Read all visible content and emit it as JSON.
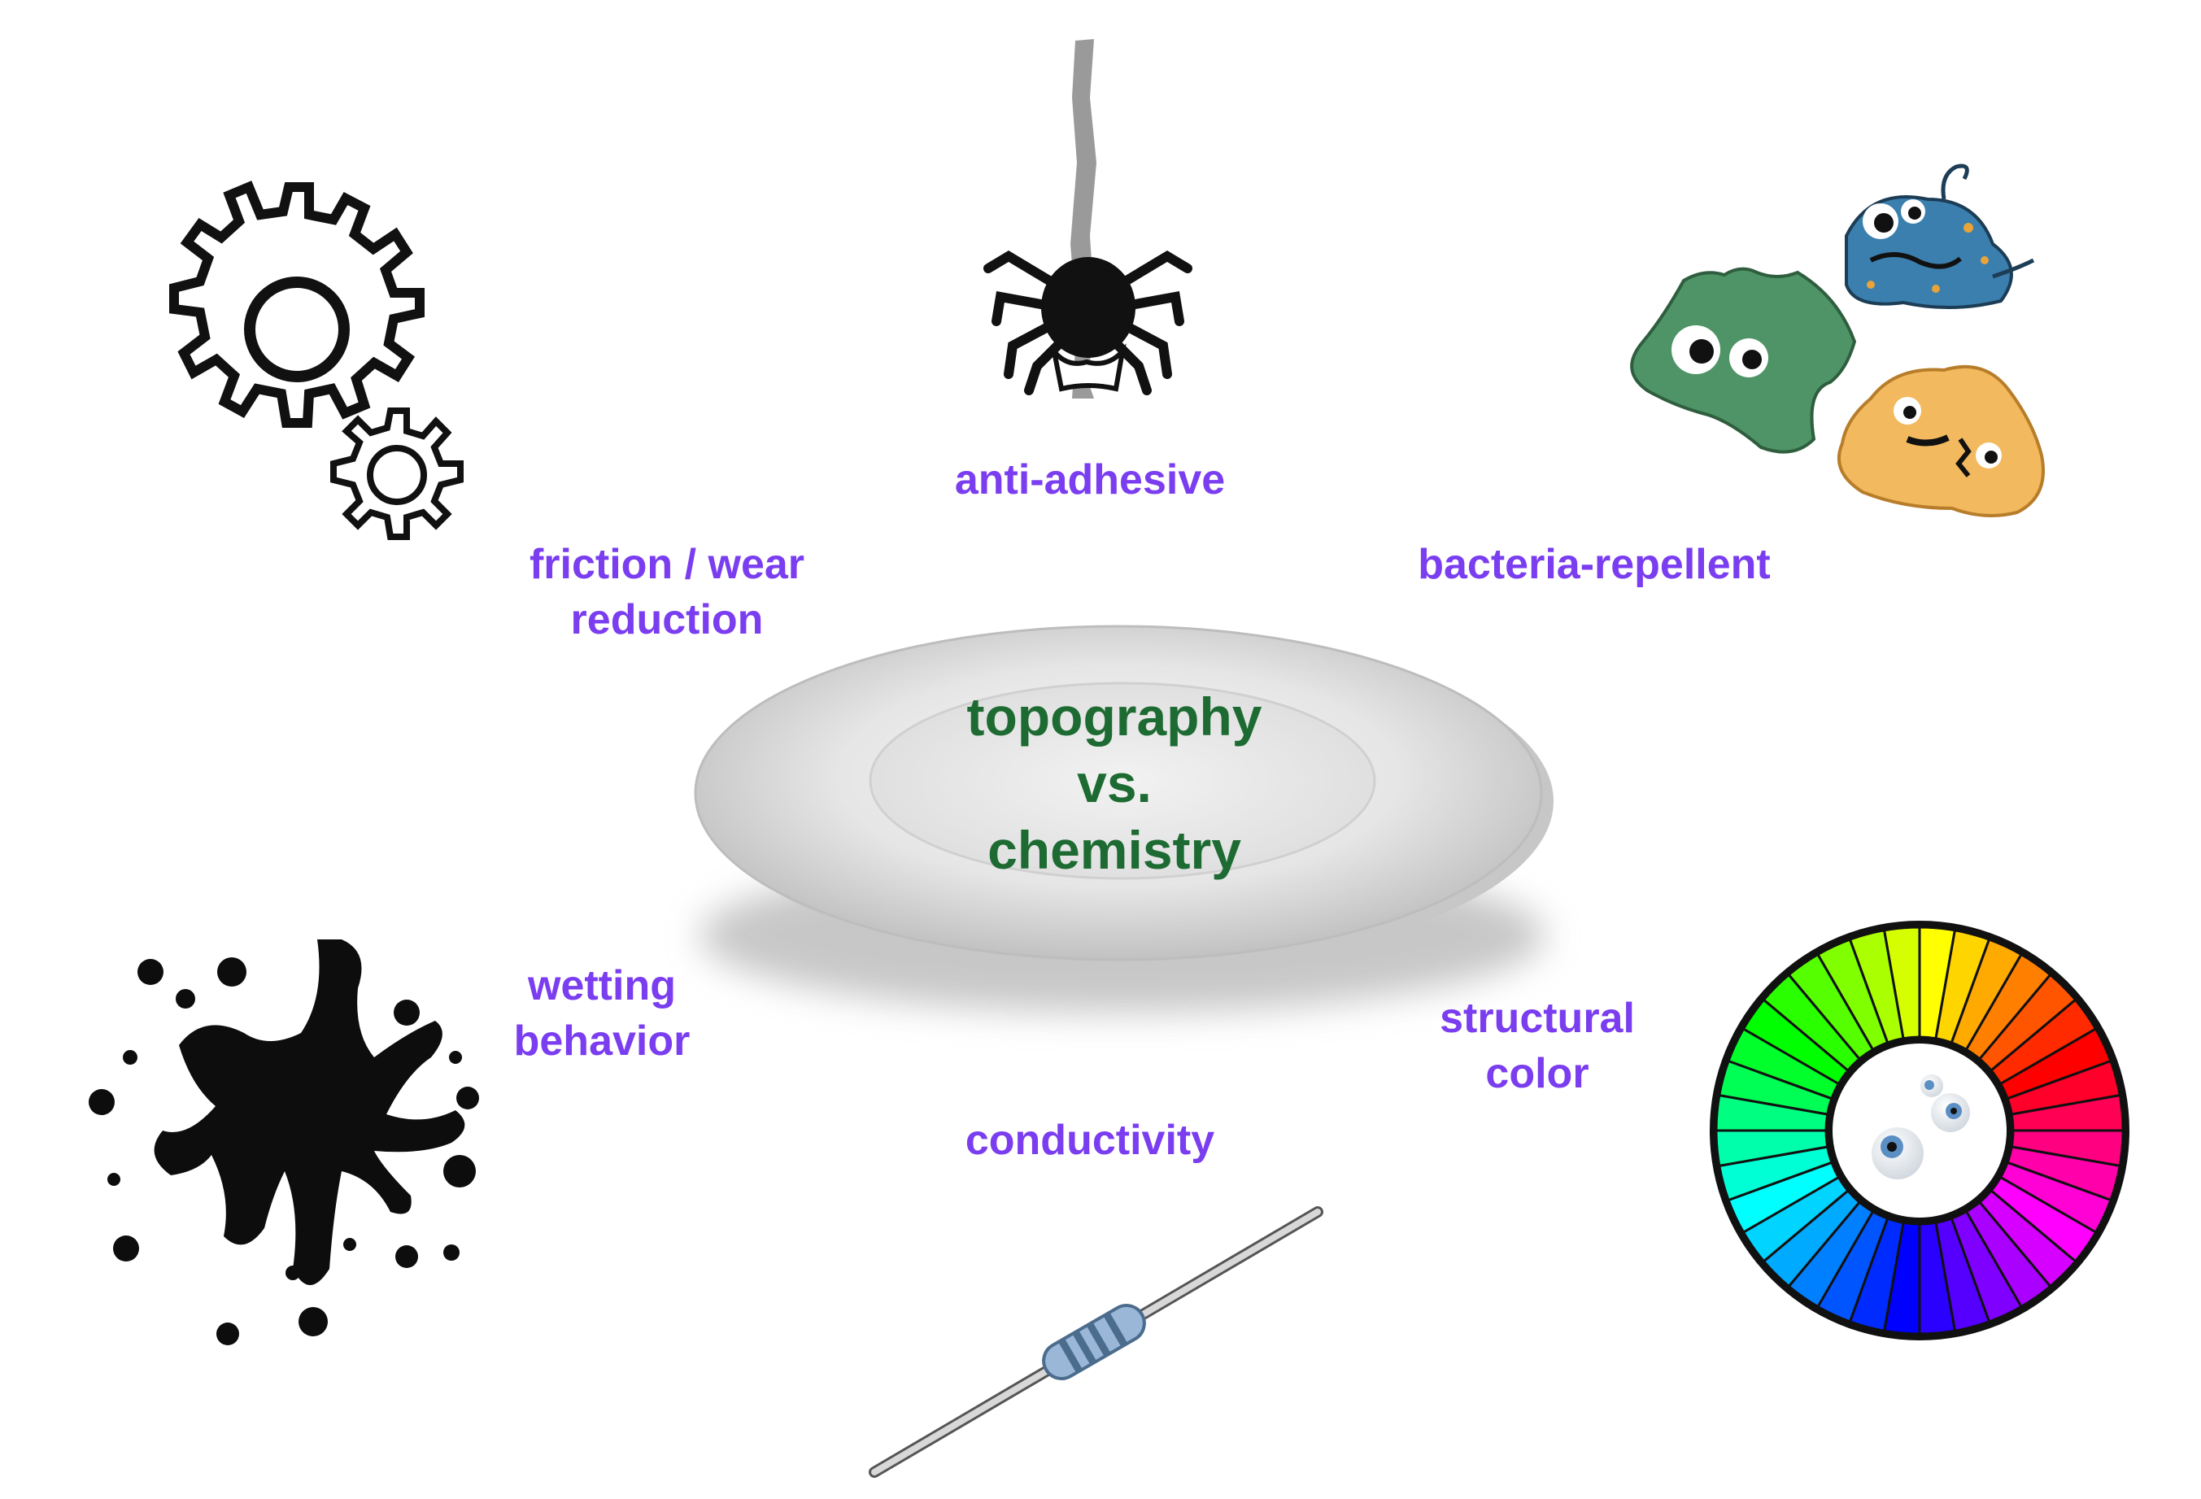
{
  "center": {
    "line1": "topography",
    "line2": "vs.",
    "line3": "chemistry"
  },
  "labels": {
    "anti_adhesive": "anti-adhesive",
    "friction_line1": "friction / wear",
    "friction_line2": "reduction",
    "bacteria": "bacteria-repellent",
    "wetting_line1": "wetting",
    "wetting_line2": "behavior",
    "structural_line1": "structural",
    "structural_line2": "color",
    "conductivity": "conductivity"
  },
  "colors": {
    "label": "#7a3df0",
    "center_text": "#1d6b32"
  },
  "icons": [
    "gears-icon",
    "spider-icon",
    "bacteria-icon",
    "ink-splash-icon",
    "resistor-icon",
    "color-wheel-icon",
    "plate-icon"
  ]
}
